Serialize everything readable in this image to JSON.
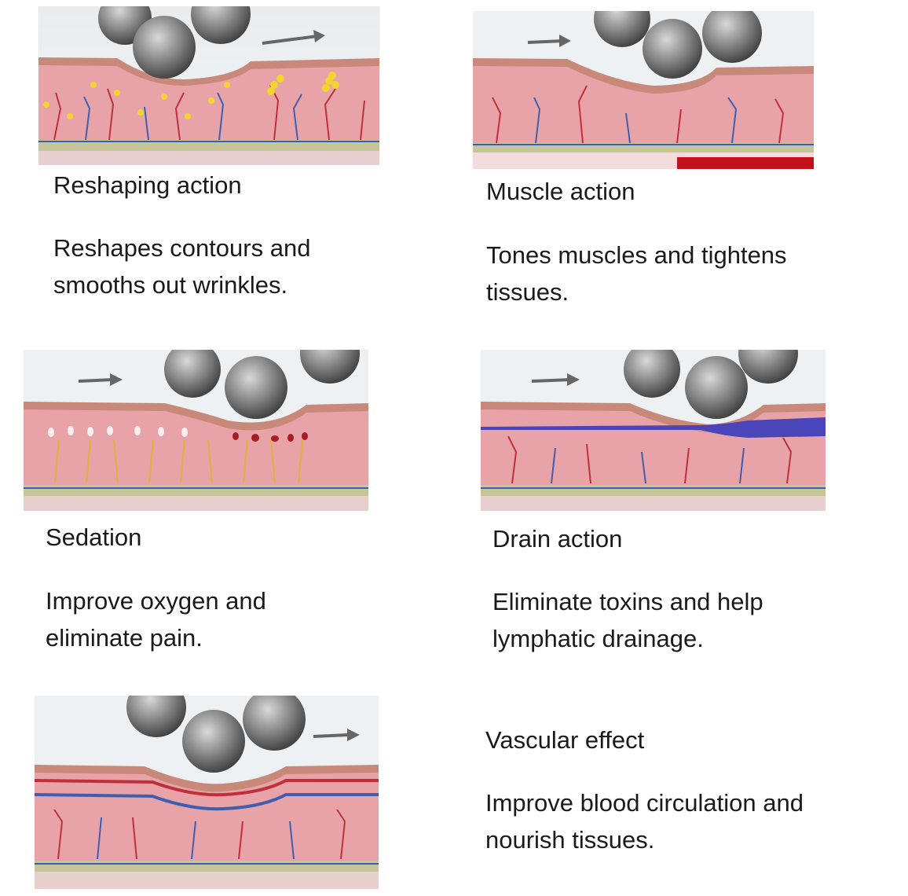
{
  "items": [
    {
      "title": "Reshaping action",
      "description": "Reshapes contours and smooths out wrinkles."
    },
    {
      "title": "Muscle action",
      "description": "Tones muscles and tightens tissues."
    },
    {
      "title": "Sedation",
      "description": "Improve oxygen and eliminate pain."
    },
    {
      "title": "Drain action",
      "description": "Eliminate toxins and help lymphatic drainage."
    },
    {
      "title": "Vascular effect",
      "description": "Improve blood circulation and nourish tissues."
    }
  ]
}
